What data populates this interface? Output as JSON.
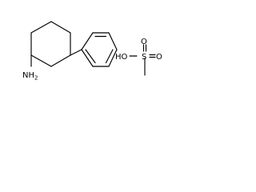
{
  "molecules": {
    "amine": {
      "nh2": {
        "main": "NH",
        "sub": "2"
      }
    },
    "mesylate": {
      "hydroxyl": "HO",
      "sulfur": "S",
      "oxygen_top": "O",
      "oxygen_bottom": "O"
    }
  }
}
